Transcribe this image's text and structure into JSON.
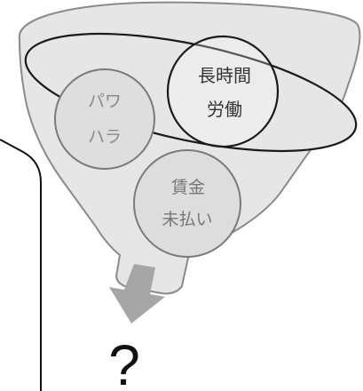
{
  "diagram": {
    "items": [
      {
        "line1": "長時間",
        "line2": "労働"
      },
      {
        "line1": "パワ",
        "line2": "ハラ"
      },
      {
        "line1": "賃金",
        "line2": "未払い"
      }
    ],
    "result_label": "?"
  }
}
